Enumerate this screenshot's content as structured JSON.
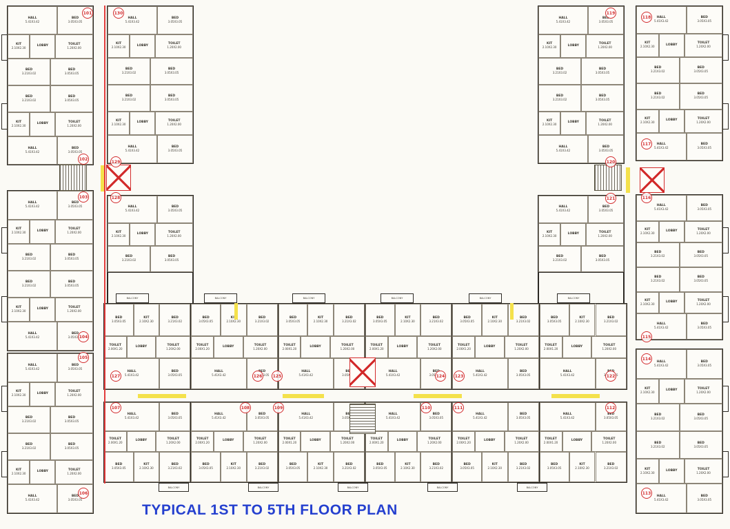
{
  "title": "TYPICAL 1ST TO 5TH  FLOOR PLAN",
  "units": [
    "101",
    "102",
    "103",
    "104",
    "105",
    "106",
    "107",
    "108",
    "109",
    "110",
    "111",
    "112",
    "113",
    "114",
    "115",
    "116",
    "117",
    "118",
    "119",
    "120",
    "121",
    "122",
    "123",
    "124",
    "125",
    "126",
    "127",
    "128",
    "129",
    "130"
  ],
  "rooms": {
    "hall": {
      "label": "HALL",
      "dim": "5.41X3.42"
    },
    "bed_a": {
      "label": "BED",
      "dim": "3.05X3.05"
    },
    "bed_b": {
      "label": "BED",
      "dim": "3.21X3.02"
    },
    "kit": {
      "label": "KIT",
      "dim": "2.10X2.30"
    },
    "toilet_a": {
      "label": "TOILET",
      "dim": "1.20X2.00"
    },
    "toilet_b": {
      "label": "TOILET",
      "dim": "2.00X1.20"
    },
    "lobby": {
      "label": "LOBBY",
      "dim": ""
    },
    "balcony": {
      "label": "BALCONY",
      "dim": ""
    }
  },
  "colors": {
    "wall": "#2b2823",
    "badge": "#d22b2b",
    "title": "#2540cf",
    "highlight": "#f4e14b",
    "guide_red": "#e23b3b",
    "paper": "#fbfaf5"
  }
}
